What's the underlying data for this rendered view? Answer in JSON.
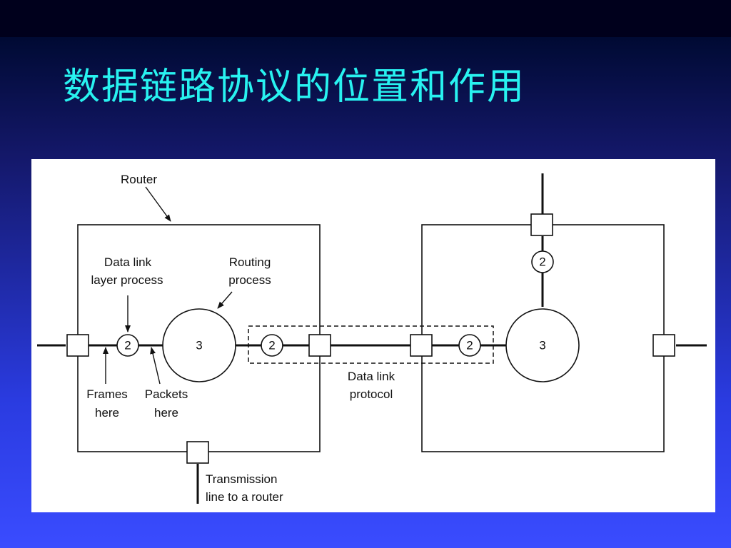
{
  "slide": {
    "title": "数据链路协议的位置和作用"
  },
  "diagram": {
    "labels": {
      "router": "Router",
      "data_link_process_l1": "Data link",
      "data_link_process_l2": "layer process",
      "routing_process_l1": "Routing",
      "routing_process_l2": "process",
      "frames_l1": "Frames",
      "frames_l2": "here",
      "packets_l1": "Packets",
      "packets_l2": "here",
      "protocol_l1": "Data link",
      "protocol_l2": "protocol",
      "transmission_l1": "Transmission",
      "transmission_l2": "line to a router"
    },
    "layer_numbers": {
      "left_dll": "2",
      "left_routing": "3",
      "left_dll_right": "2",
      "right_dll_left": "2",
      "right_routing": "3",
      "right_dll_top": "2"
    }
  }
}
